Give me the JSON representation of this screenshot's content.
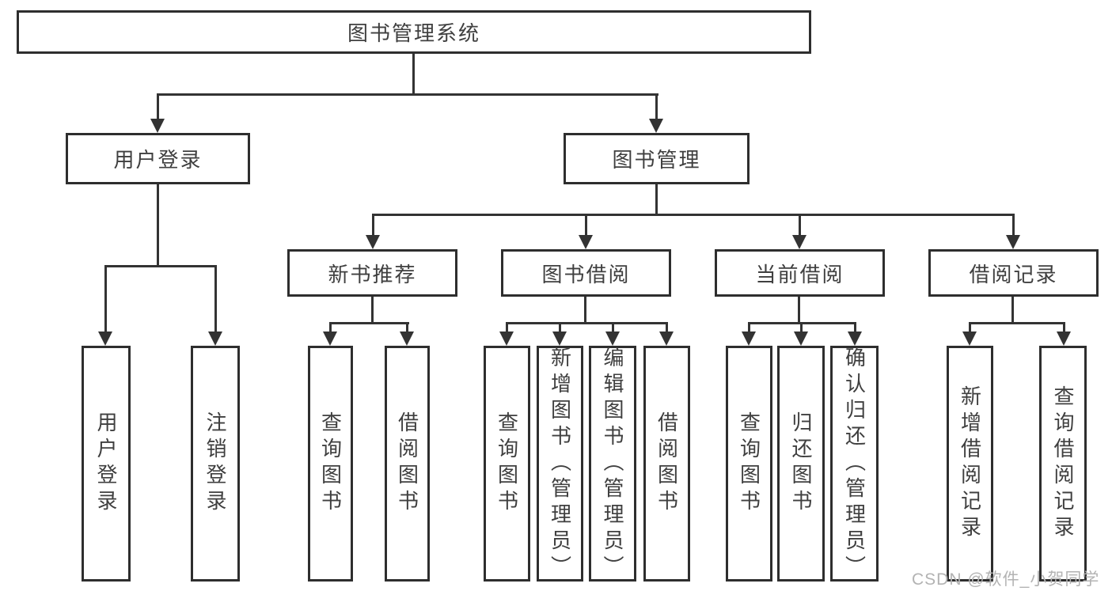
{
  "diagram": {
    "root": {
      "label": "图书管理系统"
    },
    "level2": [
      {
        "label": "用户登录"
      },
      {
        "label": "图书管理"
      }
    ],
    "level3": [
      {
        "label": "新书推荐"
      },
      {
        "label": "图书借阅"
      },
      {
        "label": "当前借阅"
      },
      {
        "label": "借阅记录"
      }
    ],
    "leaves": {
      "user_login": [
        "用户登录",
        "注销登录"
      ],
      "new_books": [
        "查询图书",
        "借阅图书"
      ],
      "borrowing": [
        "查询图书",
        "新增图书（管理员）",
        "编辑图书（管理员）",
        "借阅图书"
      ],
      "current": [
        "查询图书",
        "归还图书",
        "确认归还（管理员）"
      ],
      "records": [
        "新增借阅记录",
        "查询借阅记录"
      ]
    }
  },
  "watermark": {
    "text": "CSDN @软件_小贺同学"
  },
  "colors": {
    "border": "#2e2e2e",
    "line": "#333333",
    "text": "#3f3f3f",
    "watermark": "#b3b3b3",
    "background": "#ffffff"
  }
}
